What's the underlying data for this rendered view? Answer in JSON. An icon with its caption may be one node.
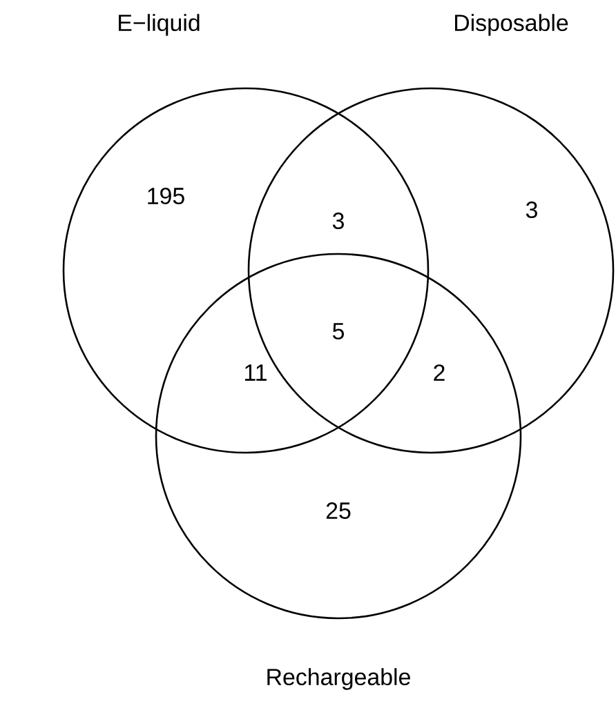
{
  "diagram": {
    "nodes": [
      {
        "text": [
          "E−liquid"
        ]
      },
      {
        "text": [
          "Disposable"
        ]
      },
      {
        "text": [
          "Rechargeable"
        ]
      }
    ],
    "labels": [
      "195",
      "3",
      "3",
      "5",
      "11",
      "2",
      "25"
    ]
  }
}
